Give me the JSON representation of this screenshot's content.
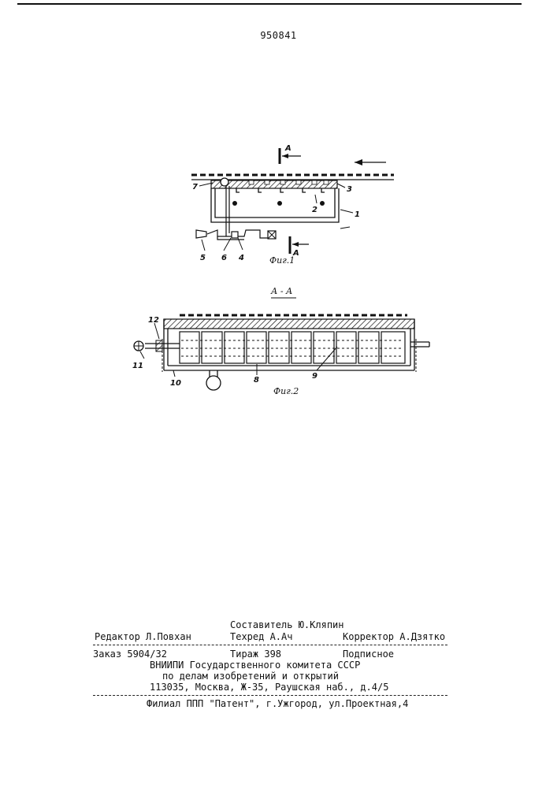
{
  "header": {
    "patent_number": "950841"
  },
  "figure1": {
    "section_mark": "A",
    "caption": "Фиг.1",
    "labels": [
      "1",
      "2",
      "3",
      "4",
      "5",
      "6",
      "7"
    ]
  },
  "figure2": {
    "section_title": "А - А",
    "caption": "Фиг.2",
    "labels": [
      "8",
      "9",
      "10",
      "11",
      "12"
    ]
  },
  "imprint": {
    "compiler": "Составитель Ю.Кляпин",
    "editor": "Редактор Л.Повхан",
    "tech_editor": "Техред А.Ач",
    "corrector": "Корректор А.Дзятко",
    "order": "Заказ 5904/32",
    "circulation": "Тираж 398",
    "subscription": "Подписное",
    "org_line1": "ВНИИПИ Государственного комитета СССР",
    "org_line2": "по делам изобретений и открытий",
    "address": "113035, Москва, Ж-35, Раушская наб., д.4/5",
    "branch": "Филиал ППП \"Патент\", г.Ужгород, ул.Проектная,4"
  }
}
